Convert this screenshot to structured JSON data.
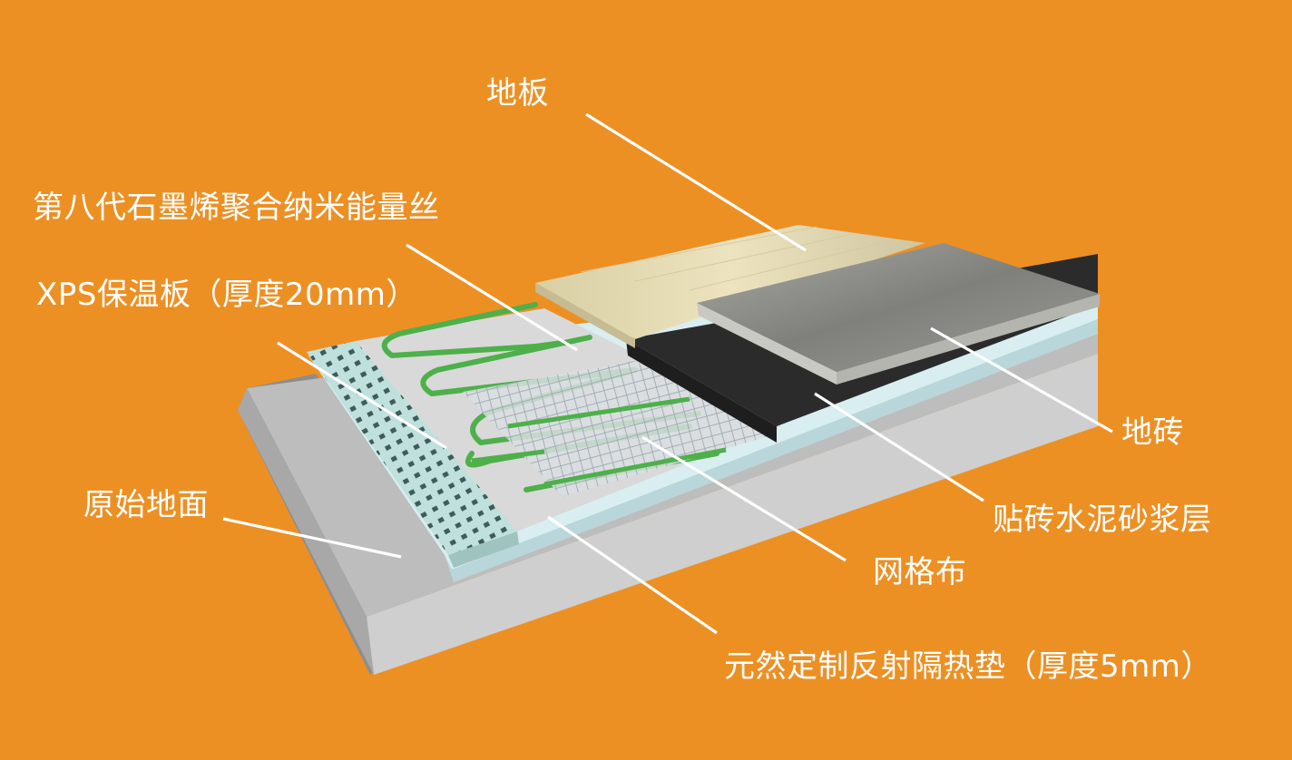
{
  "labels": {
    "floor_board": "地板",
    "graphene_wire": "第八代石墨烯聚合纳米能量丝",
    "xps_board": "XPS保温板（厚度20mm）",
    "original_ground": "原始地面",
    "floor_tile": "地砖",
    "mortar_layer": "贴砖水泥砂浆层",
    "mesh_cloth": "网格布",
    "reflective_pad": "元然定制反射隔热垫（厚度5mm）"
  },
  "colors": {
    "background": "#EC9024",
    "label_text": "#FFFFFF",
    "leader_line": "#FFFFFF",
    "heating_wire": "#4DB04A",
    "xps_board": "#BFE0DD",
    "reflective_pad": "#D8EEF0",
    "concrete": "#B9B9B9",
    "wood_floor": "#E6DCB4",
    "tile": "#8F8F8A",
    "mortar": "#2B2B2B",
    "mesh": "#D9DEE2"
  }
}
